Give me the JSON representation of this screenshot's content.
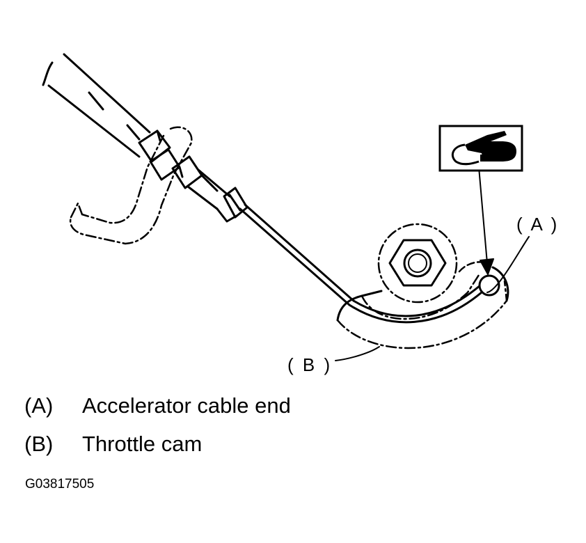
{
  "callouts": {
    "a": "( A )",
    "b": "( B )"
  },
  "legend": [
    {
      "key": "(A)",
      "label": "Accelerator cable end"
    },
    {
      "key": "(B)",
      "label": "Throttle cam"
    }
  ],
  "figure_id": "G03817505",
  "icons": {
    "lubricant": "grease-gun-icon"
  }
}
